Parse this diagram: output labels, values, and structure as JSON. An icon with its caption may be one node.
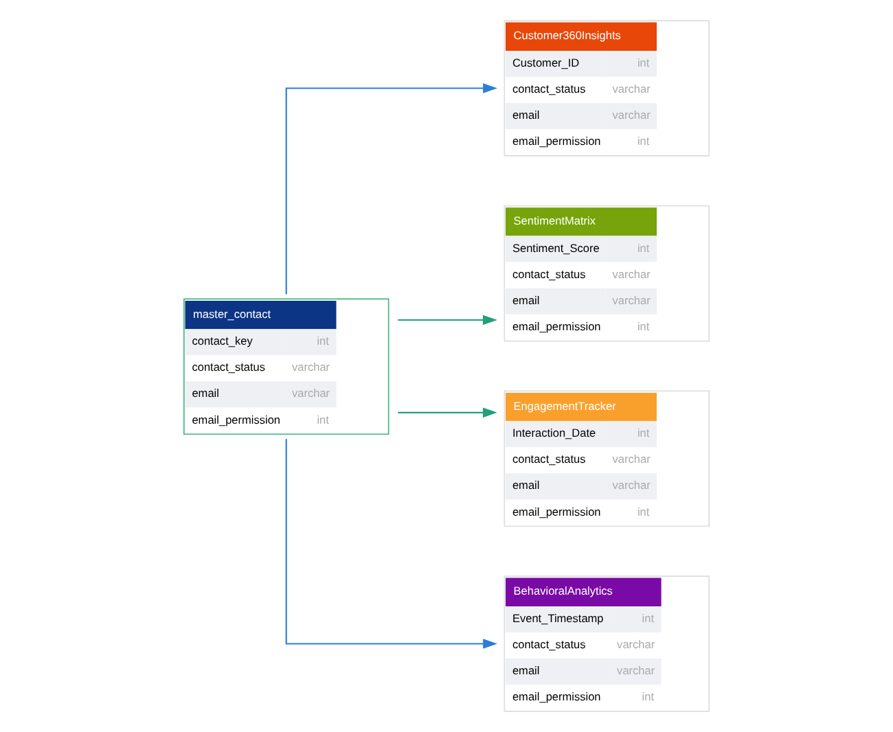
{
  "diagram": {
    "nodes": [
      {
        "text": [
          "Customer360Insights",
          "Customer_ID",
          "int",
          "contact_status",
          "varchar",
          "email",
          "varchar",
          "email_permission",
          "int"
        ]
      },
      {
        "text": [
          "SentimentMatrix",
          "Sentiment_Score",
          "int",
          "contact_status",
          "varchar",
          "email",
          "varchar",
          "email_permission",
          "int"
        ]
      },
      {
        "text": [
          "master_contact",
          "contact_key",
          "int",
          "contact_status",
          "varchar",
          "email",
          "varchar",
          "email_permission",
          "int"
        ]
      },
      {
        "text": [
          "EngagementTracker",
          "Interaction_Date",
          "int",
          "contact_status",
          "varchar",
          "email",
          "varchar",
          "email_permission",
          "int"
        ]
      },
      {
        "text": [
          "BehavioralAnalytics",
          "Event_Timestamp",
          "int",
          "contact_status",
          "varchar",
          "email",
          "varchar",
          "email_permission",
          "int"
        ]
      }
    ],
    "edges": [
      {
        "from": 2,
        "to": 0,
        "arrow": "to",
        "color": "#2b7fd4"
      },
      {
        "from": 2,
        "to": 1,
        "arrow": "to",
        "color": "#22a07a"
      },
      {
        "from": 2,
        "to": 3,
        "arrow": "to",
        "color": "#22a07a"
      },
      {
        "from": 2,
        "to": 4,
        "arrow": "to",
        "color": "#2b7fd4"
      }
    ]
  }
}
